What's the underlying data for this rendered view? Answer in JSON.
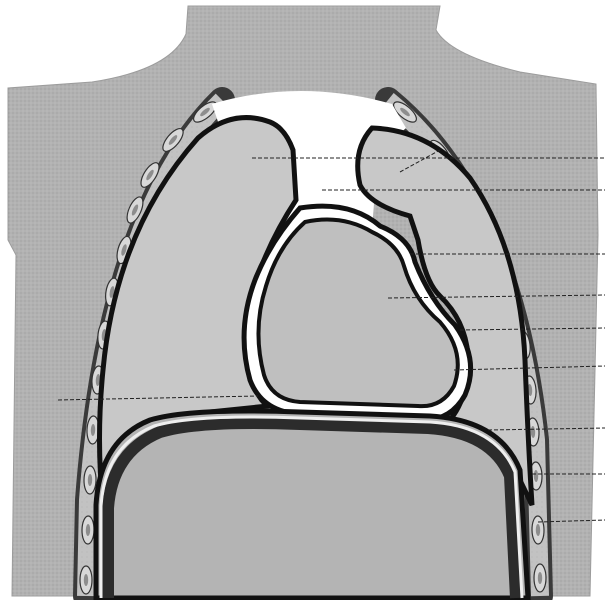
{
  "figure": {
    "colors": {
      "background": "#ffffff",
      "trunk_fill": "#aeaeae",
      "cavity_fill": "#c4c4c4",
      "pericardium_fill": "#bdbdbd",
      "abdomen_fill": "#b6b6b6",
      "mediastinum_fill": "#ffffff",
      "membrane": "#111111",
      "rib_fill": "#d6d6d6",
      "leader": "#222222"
    },
    "structures": [
      "trunk-outline",
      "thoracic-wall",
      "ribs",
      "left-pleural-cavity",
      "right-pleural-cavity",
      "superior-mediastinum",
      "pericardial-sac",
      "heart",
      "diaphragm",
      "abdominal-cavity"
    ],
    "labels": []
  }
}
